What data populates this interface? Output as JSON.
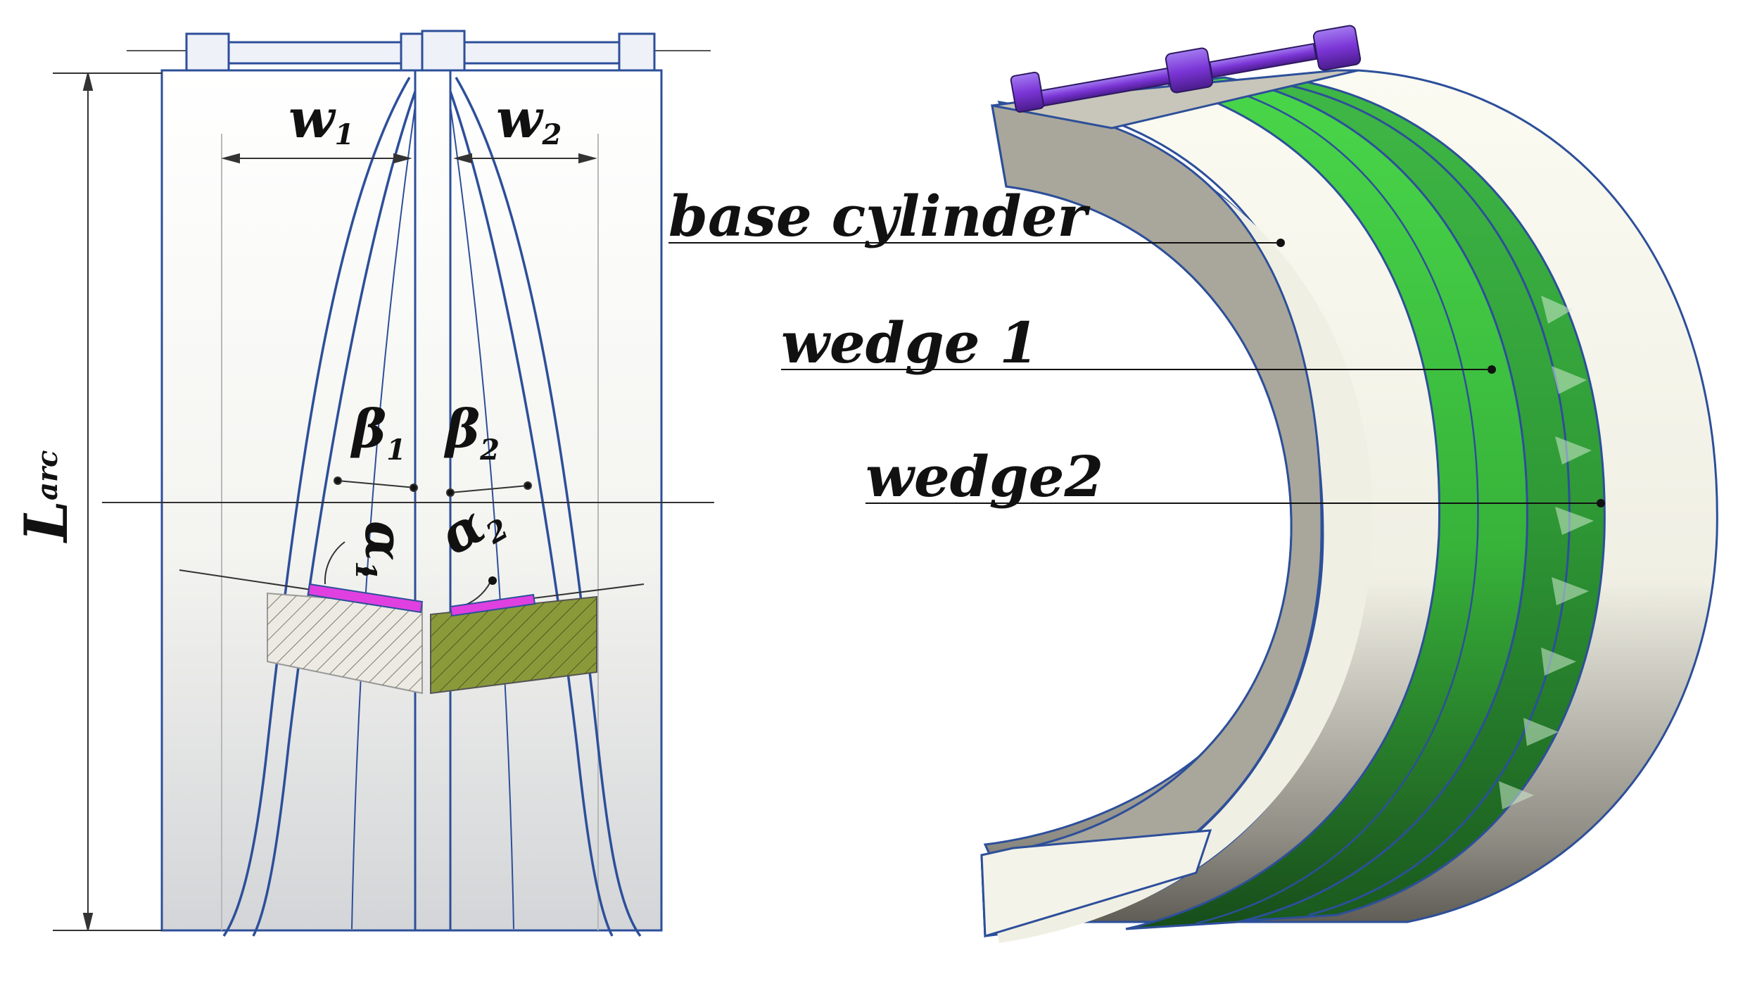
{
  "left_view": {
    "dims": {
      "w1": {
        "base": "w",
        "sub": "1"
      },
      "w2": {
        "base": "w",
        "sub": "2"
      },
      "larc": {
        "base": "L",
        "sub": "arc"
      }
    },
    "angles": {
      "beta1": {
        "base": "β",
        "sub": "1"
      },
      "beta2": {
        "base": "β",
        "sub": "2"
      },
      "alpha1": {
        "base": "α",
        "sub": "1"
      },
      "alpha2": {
        "base": "α",
        "sub": "2"
      }
    }
  },
  "right_view": {
    "callouts": [
      {
        "id": "base-cylinder",
        "text": "base cylinder"
      },
      {
        "id": "wedge-1",
        "text": "wedge 1"
      },
      {
        "id": "wedge-2",
        "text": "wedge2"
      }
    ]
  },
  "colors": {
    "outline": "#2d4f9a",
    "cylinder_face": "#f2f1e6",
    "cylinder_cut": "#a9a79b",
    "wedge_green": "#3fbf3f",
    "wedge_dark": "#1f7a25",
    "shaft_purple": "#7b35d6",
    "magenta": "#e040e0",
    "olive": "#8a9a3a"
  }
}
